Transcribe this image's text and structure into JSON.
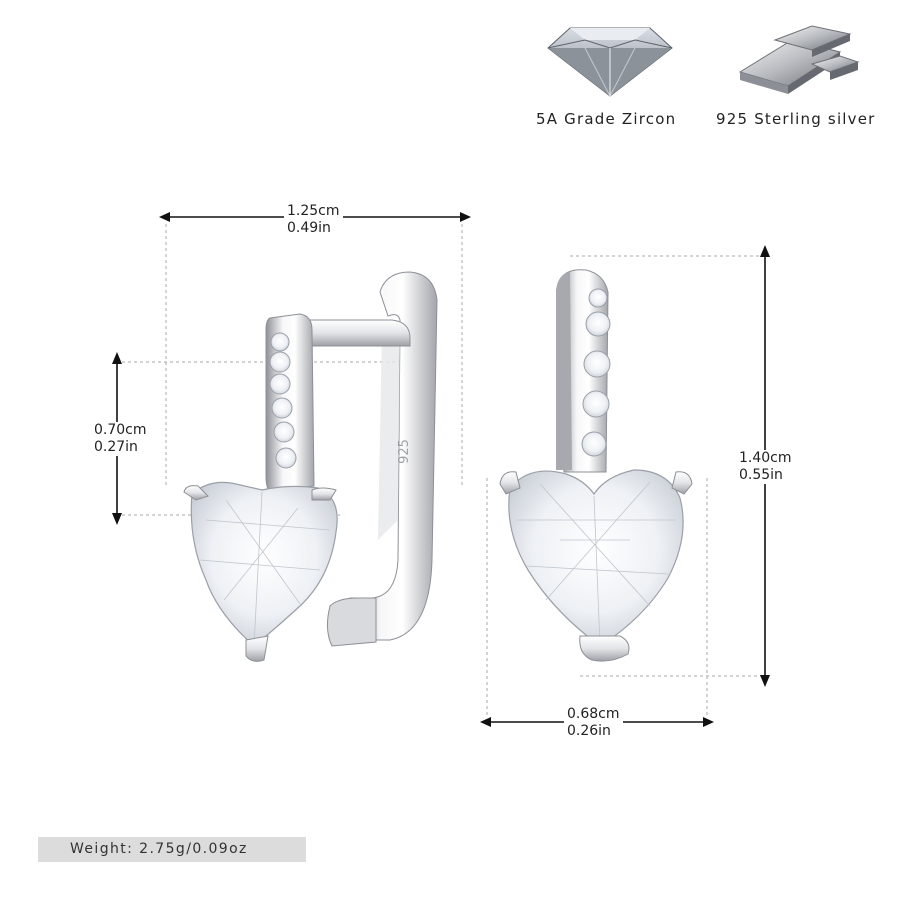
{
  "badges": {
    "zircon_label": "5A Grade Zircon",
    "silver_label": "925 Sterling silver"
  },
  "dimensions": {
    "side_width_cm": "1.25cm",
    "side_width_in": "0.49in",
    "side_height_cm": "0.70cm",
    "side_height_in": "0.27in",
    "front_height_cm": "1.40cm",
    "front_height_in": "0.55in",
    "front_width_cm": "0.68cm",
    "front_width_in": "0.26in"
  },
  "hallmark": "925",
  "weight_text": "Weight: 2.75g/0.09oz",
  "colors": {
    "metal_light": "#f4f4f6",
    "metal_dark": "#9a9ca3",
    "stone": "#e9edf2",
    "guide_line": "#a9a9a9",
    "weight_bar": "#dcdcdc"
  },
  "icons": [
    "zircon-gem-icon",
    "silver-bars-icon"
  ]
}
